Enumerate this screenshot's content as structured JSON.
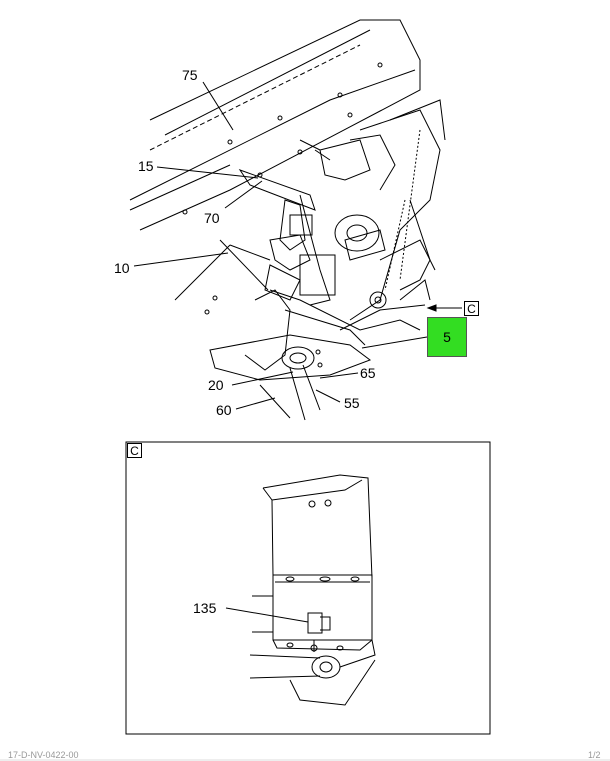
{
  "callouts": {
    "c75": "75",
    "c15": "15",
    "c70": "70",
    "c10": "10",
    "c5": "5",
    "c20": "20",
    "c65": "65",
    "c60": "60",
    "c55": "55",
    "c135": "135"
  },
  "view_ref": {
    "pointer": "C",
    "detail": "C"
  },
  "colors": {
    "highlight": "#33dd22",
    "line": "#000000"
  },
  "footer": {
    "left": "17-D-NV-0422-00",
    "right": "1/2"
  }
}
